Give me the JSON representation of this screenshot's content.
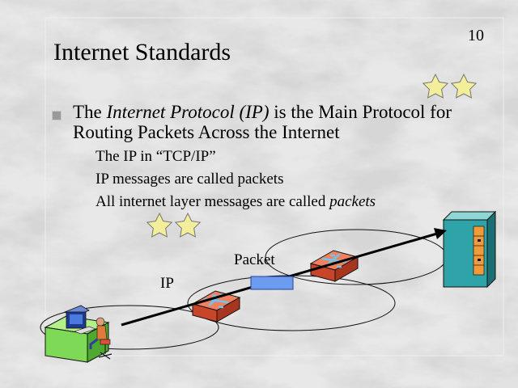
{
  "slide": {
    "page_number": "10",
    "title": "Internet Standards",
    "bullet": {
      "line1_prefix": "The ",
      "line1_italic": "Internet Protocol (IP)",
      "line1_suffix": " is the Main Protocol for",
      "line2": "Routing Packets Across the Internet"
    },
    "sub_bullets": {
      "item1": "The IP in “TCP/IP”",
      "item2": "IP messages are called packets",
      "item3_prefix": "All internet layer messages are called ",
      "item3_italic": "packets"
    }
  },
  "diagram": {
    "packet_label": "Packet",
    "ip_label": "IP",
    "icons": [
      "star-icon",
      "router-icon",
      "server-icon",
      "workstation-icon",
      "packet-icon"
    ],
    "colors": {
      "star": "#f3ee9a",
      "router": "#e0623e",
      "server": "#2fa4a8",
      "desk": "#7ed957",
      "packet": "#6c9cf0",
      "arrow": "#000000"
    }
  }
}
